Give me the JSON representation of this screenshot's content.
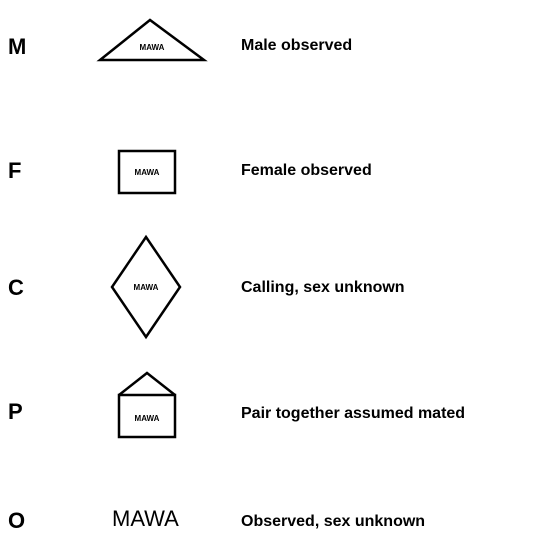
{
  "legend": {
    "rows": [
      {
        "code": "M",
        "symbol": "triangle",
        "symbol_label": "MAWA",
        "description": "Male observed"
      },
      {
        "code": "F",
        "symbol": "square",
        "symbol_label": "MAWA",
        "description": "Female observed"
      },
      {
        "code": "C",
        "symbol": "diamond",
        "symbol_label": "MAWA",
        "description": "Calling, sex unknown"
      },
      {
        "code": "P",
        "symbol": "house",
        "symbol_label": "MAWA",
        "description": "Pair together assumed mated"
      },
      {
        "code": "O",
        "symbol": "none",
        "symbol_label": "MAWA",
        "description": "Observed, sex unknown"
      }
    ]
  },
  "colors": {
    "ink": "#000000",
    "background": "#ffffff"
  }
}
